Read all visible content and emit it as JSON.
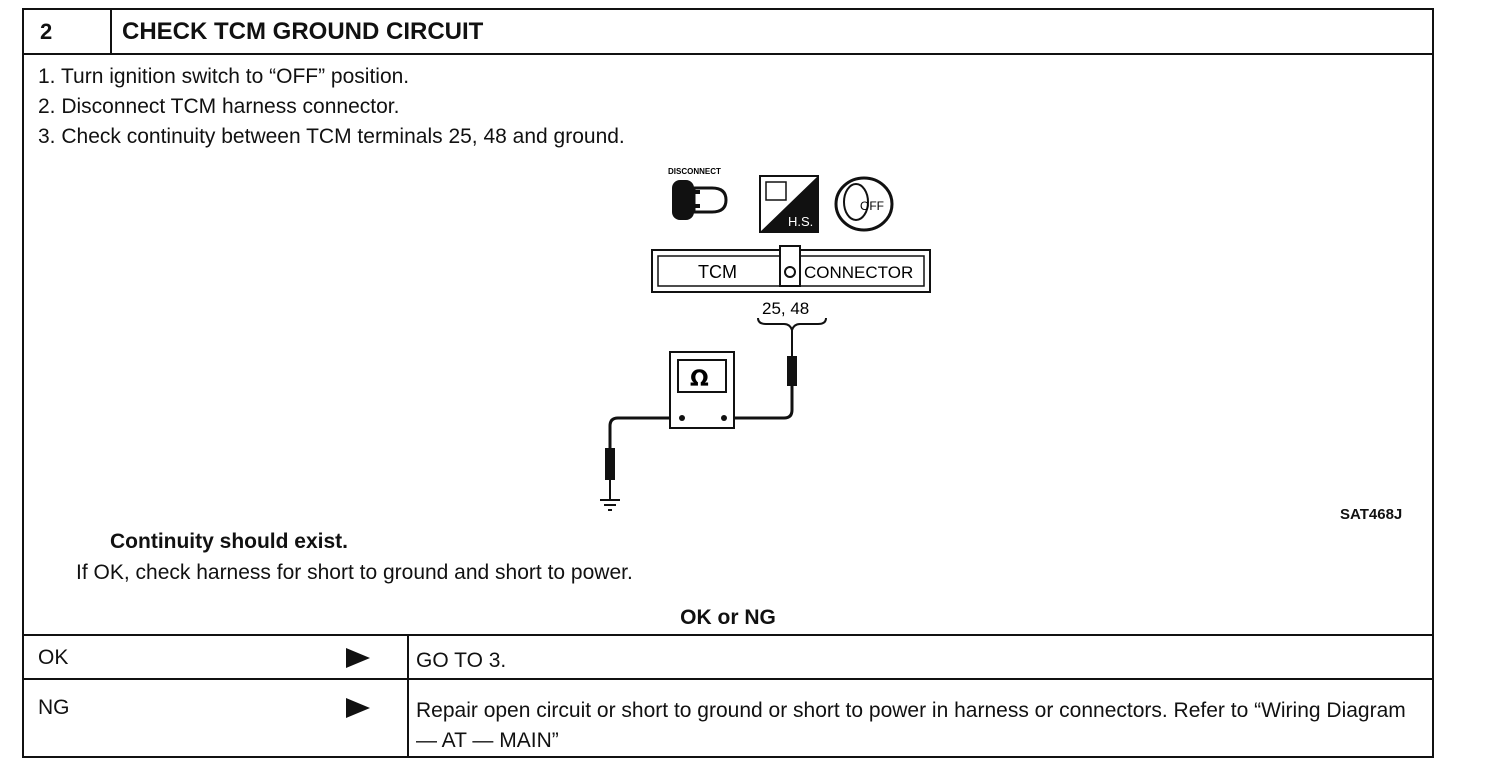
{
  "header": {
    "number": "2",
    "title": "CHECK TCM GROUND CIRCUIT"
  },
  "steps": [
    "1.  Turn ignition switch to “OFF” position.",
    "2.  Disconnect TCM harness connector.",
    "3.  Check continuity between TCM terminals 25, 48 and ground."
  ],
  "diagram": {
    "disconnect_label": "DISCONNECT",
    "hs_label": "H.S.",
    "off_label": "OFF",
    "connector_left": "TCM",
    "connector_right": "CONNECTOR",
    "terminals": "25, 48",
    "meter_symbol": "Ω",
    "figure_ref": "SAT468J"
  },
  "result": {
    "expected": "Continuity should exist.",
    "note": "If OK, check harness for short to ground and short to power.",
    "prompt": "OK or NG"
  },
  "outcomes": [
    {
      "label": "OK",
      "action": "GO TO 3."
    },
    {
      "label": "NG",
      "action": "Repair open circuit or short to ground or short to power in harness or connectors. Refer to “Wiring Diagram — AT — MAIN”"
    }
  ]
}
